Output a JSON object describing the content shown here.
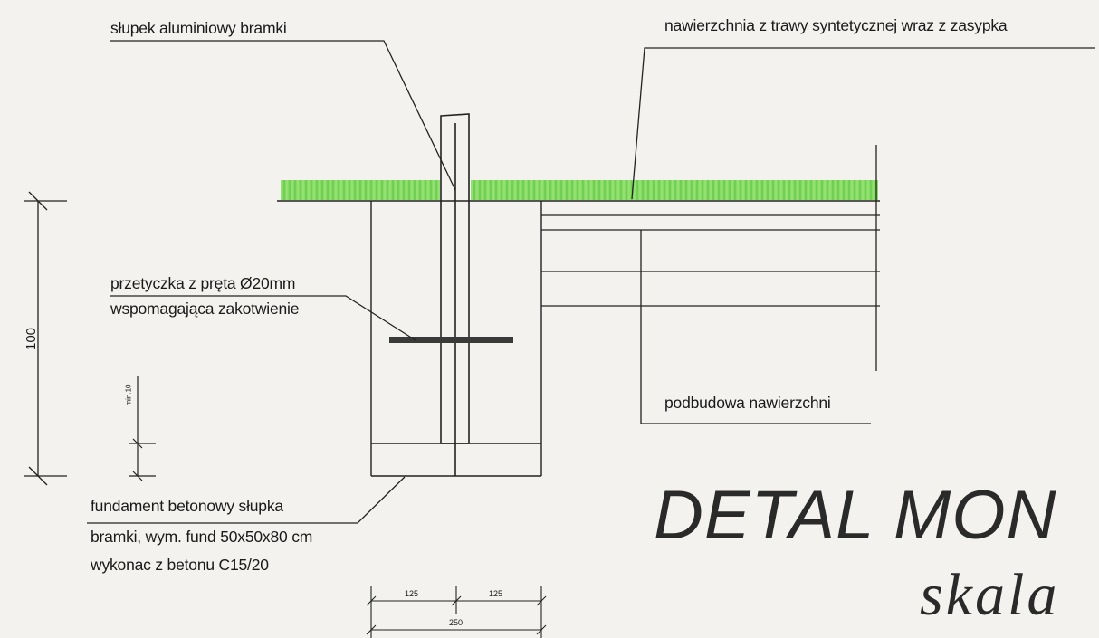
{
  "labels": {
    "post": "słupek aluminiowy bramki",
    "surface": "nawierzchnia z trawy syntetycznej wraz z zasypka",
    "pin_line1": "przetyczka z pręta Ø20mm",
    "pin_line2": "wspomagająca  zakotwienie",
    "base_course": "podbudowa nawierzchni",
    "foundation_line1": "fundament betonowy   słupka",
    "foundation_line2": "bramki, wym. fund 50x50x80 cm",
    "foundation_line3": "wykonac z betonu C15/20"
  },
  "dimensions": {
    "height": "100",
    "min_cover": "min.10",
    "half_left": "125",
    "half_right": "125",
    "total_width": "250"
  },
  "title": {
    "main": "DETAL MON",
    "scale": "skala"
  },
  "colors": {
    "grass": "#7ed957",
    "line": "#222222",
    "pin": "#3a3a3a"
  }
}
